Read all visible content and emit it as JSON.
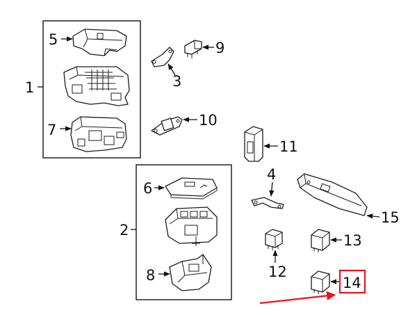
{
  "diagram": {
    "callouts": {
      "c1": "1",
      "c2": "2",
      "c3": "3",
      "c4": "4",
      "c5": "5",
      "c6": "6",
      "c7": "7",
      "c8": "8",
      "c9": "9",
      "c10": "10",
      "c11": "11",
      "c12": "12",
      "c13": "13",
      "c14": "14",
      "c15": "15"
    },
    "colors": {
      "line": "#1a1a1a",
      "highlight": "#e8141b",
      "background": "#ffffff"
    },
    "highlighted_callout": "14"
  }
}
